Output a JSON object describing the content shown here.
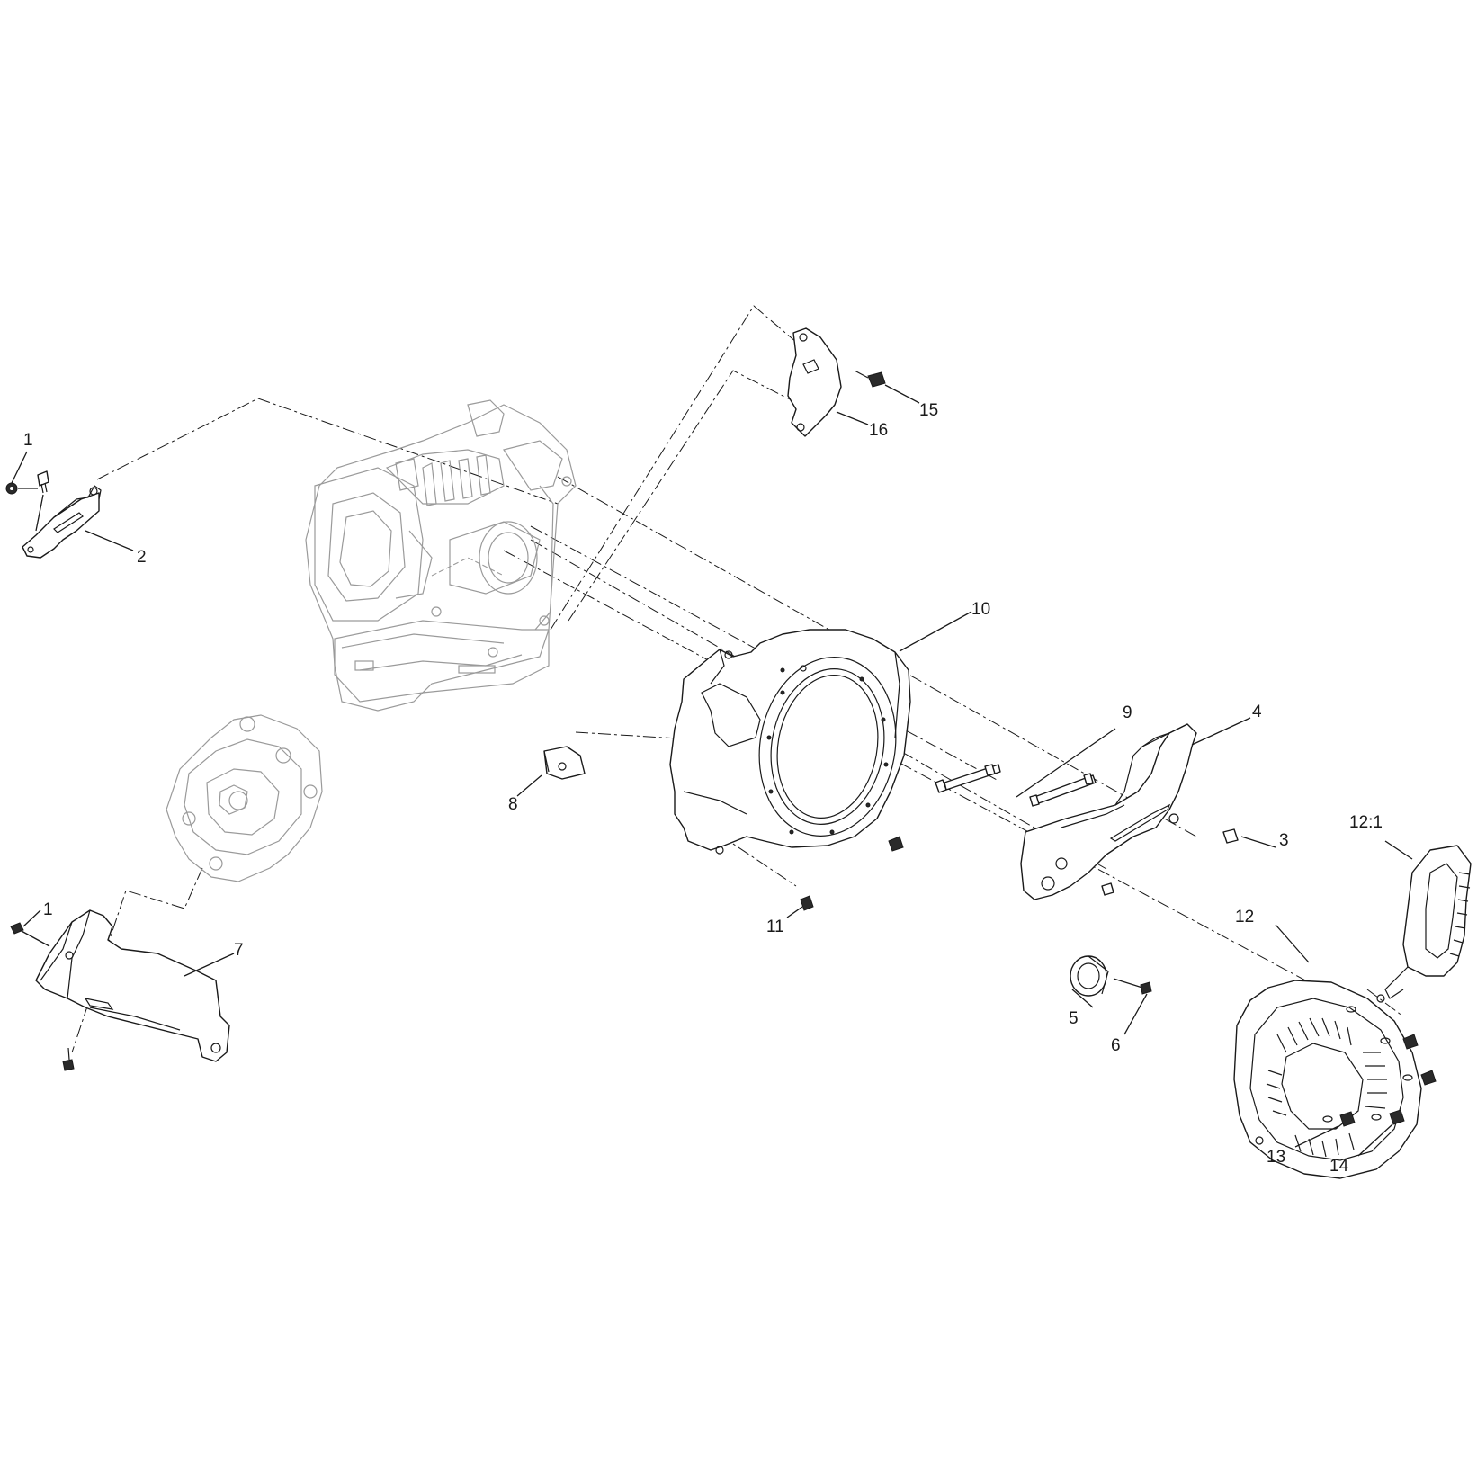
{
  "callouts": {
    "c1a": "1",
    "c1b": "1",
    "c2": "2",
    "c3": "3",
    "c4": "4",
    "c5": "5",
    "c6": "6",
    "c7": "7",
    "c8": "8",
    "c9": "9",
    "c10": "10",
    "c11": "11",
    "c12": "12",
    "c12_1": "12:1",
    "c13": "13",
    "c14": "14",
    "c15": "15",
    "c16": "16"
  }
}
